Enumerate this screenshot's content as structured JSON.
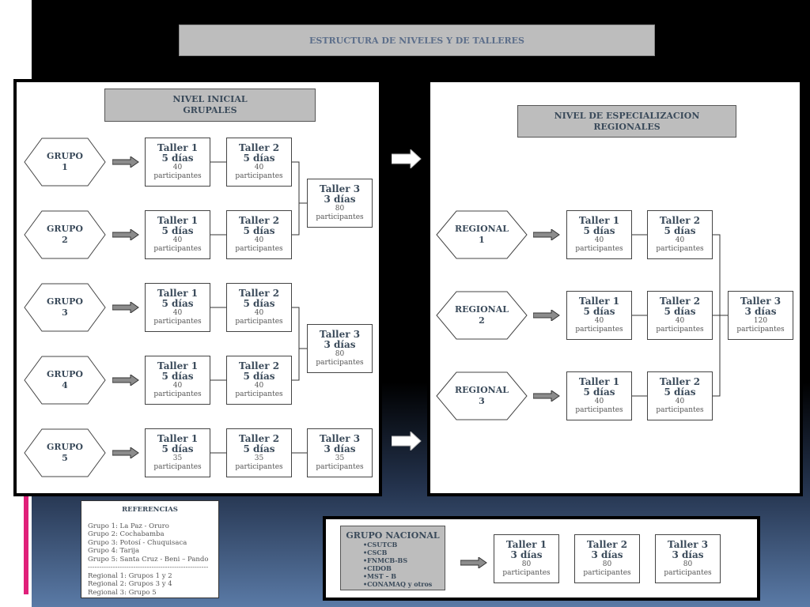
{
  "title": "ESTRUCTURA DE NIVELES Y DE TALLERES",
  "inicial": {
    "label_line1": "NIVEL INICIAL",
    "label_line2": "GRUPALES",
    "rows": [
      {
        "group_line1": "GRUPO",
        "group_line2": "1",
        "t1": {
          "name": "Taller 1",
          "days": "5 días",
          "count": "40",
          "unit": "participantes"
        },
        "t2": {
          "name": "Taller 2",
          "days": "5 días",
          "count": "40",
          "unit": "participantes"
        }
      },
      {
        "group_line1": "GRUPO",
        "group_line2": "2",
        "t1": {
          "name": "Taller 1",
          "days": "5 días",
          "count": "40",
          "unit": "participantes"
        },
        "t2": {
          "name": "Taller 2",
          "days": "5 días",
          "count": "40",
          "unit": "participantes"
        }
      },
      {
        "group_line1": "GRUPO",
        "group_line2": "3",
        "t1": {
          "name": "Taller 1",
          "days": "5 días",
          "count": "40",
          "unit": "participantes"
        },
        "t2": {
          "name": "Taller 2",
          "days": "5 días",
          "count": "40",
          "unit": "participantes"
        }
      },
      {
        "group_line1": "GRUPO",
        "group_line2": "4",
        "t1": {
          "name": "Taller 1",
          "days": "5 días",
          "count": "40",
          "unit": "participantes"
        },
        "t2": {
          "name": "Taller 2",
          "days": "5 días",
          "count": "40",
          "unit": "participantes"
        }
      },
      {
        "group_line1": "GRUPO",
        "group_line2": "5",
        "t1": {
          "name": "Taller 1",
          "days": "5 días",
          "count": "35",
          "unit": "participantes"
        },
        "t2": {
          "name": "Taller 2",
          "days": "5 días",
          "count": "35",
          "unit": "participantes"
        },
        "t3": {
          "name": "Taller 3",
          "days": "3 días",
          "count": "35",
          "unit": "participantes"
        }
      }
    ],
    "merge_a": {
      "name": "Taller 3",
      "days": "3 días",
      "count": "80",
      "unit": "participantes"
    },
    "merge_b": {
      "name": "Taller 3",
      "days": "3 días",
      "count": "80",
      "unit": "participantes"
    }
  },
  "especializacion": {
    "label_line1": "NIVEL DE ESPECIALIZACION",
    "label_line2": "REGIONALES",
    "rows": [
      {
        "group_line1": "REGIONAL",
        "group_line2": "1",
        "t1": {
          "name": "Taller 1",
          "days": "5 días",
          "count": "40",
          "unit": "participantes"
        },
        "t2": {
          "name": "Taller 2",
          "days": "5 días",
          "count": "40",
          "unit": "participantes"
        }
      },
      {
        "group_line1": "REGIONAL",
        "group_line2": "2",
        "t1": {
          "name": "Taller 1",
          "days": "5 días",
          "count": "40",
          "unit": "participantes"
        },
        "t2": {
          "name": "Taller 2",
          "days": "5 días",
          "count": "40",
          "unit": "participantes"
        }
      },
      {
        "group_line1": "REGIONAL",
        "group_line2": "3",
        "t1": {
          "name": "Taller 1",
          "days": "5 días",
          "count": "40",
          "unit": "participantes"
        },
        "t2": {
          "name": "Taller 2",
          "days": "5 días",
          "count": "40",
          "unit": "participantes"
        }
      }
    ],
    "merge": {
      "name": "Taller 3",
      "days": "3 días",
      "count": "120",
      "unit": "participantes"
    }
  },
  "referencias": {
    "heading": "REFERENCIAS",
    "lines_a": [
      "Grupo 1: La Paz - Oruro",
      "Grupo 2: Cochabamba",
      "Grupo 3: Potosí - Chuquisaca",
      "Grupo 4: Tarija",
      "Grupo 5: Santa Cruz - Beni – Pando"
    ],
    "separator": "-----------------------------------------------------",
    "lines_b": [
      "Regional 1: Grupos 1 y 2",
      "Regional 2: Grupos 3 y 4",
      "Regional 3: Grupo 5"
    ]
  },
  "nacional": {
    "title": "GRUPO NACIONAL",
    "items": [
      "•CSUTCB",
      "•CSCB",
      "•FNMCB-BS",
      "•CIDOB",
      "•MST – B",
      "•CONAMAQ y otros"
    ],
    "t1": {
      "name": "Taller 1",
      "days": "3 días",
      "count": "80",
      "unit": "participantes"
    },
    "t2": {
      "name": "Taller 2",
      "days": "3 días",
      "count": "80",
      "unit": "participantes"
    },
    "t3": {
      "name": "Taller 3",
      "days": "3 días",
      "count": "80",
      "unit": "participantes"
    }
  },
  "colors": {
    "label_gray": "#bdbdbd",
    "arrow_gray": "#8c8c8c",
    "accent_pink": "#e0207a",
    "text": "#3a4a5a"
  }
}
